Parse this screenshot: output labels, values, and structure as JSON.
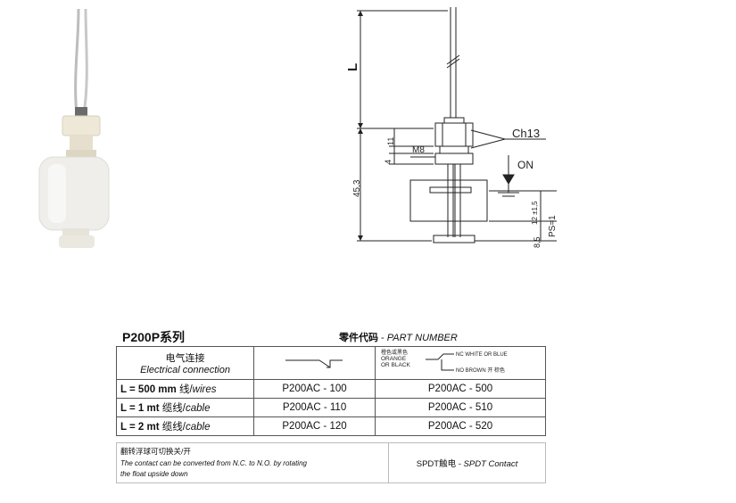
{
  "drawing": {
    "dim_L": "L",
    "dim_ch": "Ch13",
    "dim_m8": "M8",
    "dim_on": "ON",
    "dim_11": "11",
    "dim_4": "4",
    "dim_453": "45,3",
    "dim_12": "12 ±1,5",
    "dim_85": "8,5",
    "dim_ps": "PS=1"
  },
  "heading": {
    "series": "P200P系列",
    "part_number_cn": "零件代码",
    "part_number_sep": " - ",
    "part_number_en": "PART NUMBER"
  },
  "table": {
    "header_cn": "电气连接",
    "header_en": "Electrical connection",
    "wiring_colors_cn": "橙色或黑色",
    "wiring_orange": "ORANGE",
    "wiring_black": "OR BLACK",
    "wiring_nc": "NC WHITE OR BLUE",
    "wiring_no": "NO BROWN 开  棕色",
    "rows": [
      {
        "len": "L = 500 mm",
        "cn": " 线/",
        "en": "wires",
        "p1": "P200AC - 100",
        "p2": "P200AC - 500"
      },
      {
        "len": "L = 1 mt",
        "cn": " 缆线/",
        "en": "cable",
        "p1": "P200AC - 110",
        "p2": "P200AC - 510"
      },
      {
        "len": "L = 2 mt",
        "cn": " 缆线/",
        "en": "cable",
        "p1": "P200AC - 120",
        "p2": "P200AC - 520"
      }
    ]
  },
  "footer": {
    "note_cn": "翻转浮球可切换关/开",
    "note_en_1": "The contact can be converted from N.C. to N.O. by rotating",
    "note_en_2": "the float upside down",
    "contact_cn": "SPDT触电 - ",
    "contact_en": "SPDT Contact"
  }
}
